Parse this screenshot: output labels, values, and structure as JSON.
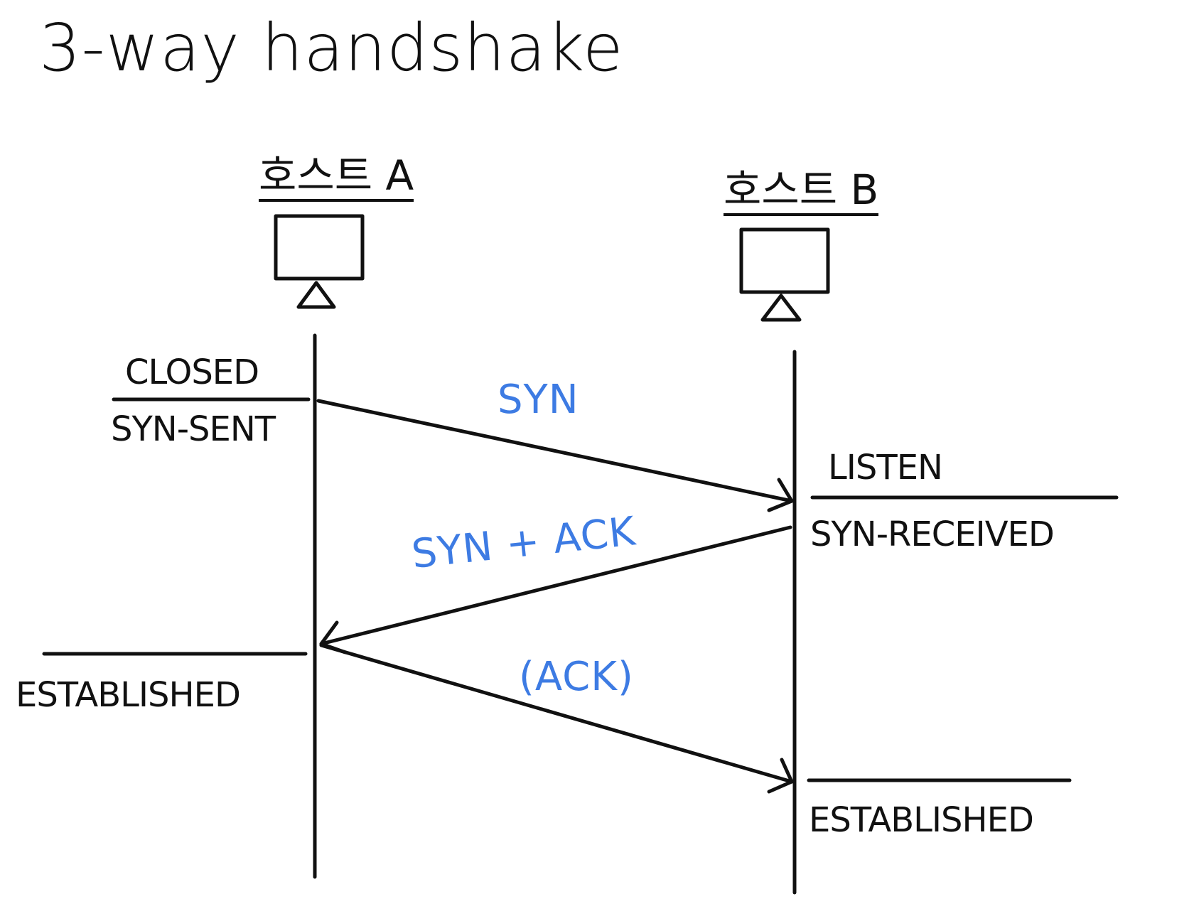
{
  "title": "3-way handshake",
  "colors": {
    "ink": "#111111",
    "message": "#3d7be3"
  },
  "hosts": {
    "a": {
      "label": "호스트 A",
      "icon": "monitor-icon"
    },
    "b": {
      "label": "호스트 B",
      "icon": "monitor-icon"
    }
  },
  "states": {
    "a": [
      "CLOSED",
      "SYN-SENT",
      "ESTABLISHED"
    ],
    "b": [
      "LISTEN",
      "SYN-RECEIVED",
      "ESTABLISHED"
    ]
  },
  "messages": [
    {
      "label": "SYN",
      "from": "host-a",
      "to": "host-b"
    },
    {
      "label": "SYN + ACK",
      "from": "host-b",
      "to": "host-a"
    },
    {
      "label": "(ACK)",
      "from": "host-a",
      "to": "host-b"
    }
  ]
}
